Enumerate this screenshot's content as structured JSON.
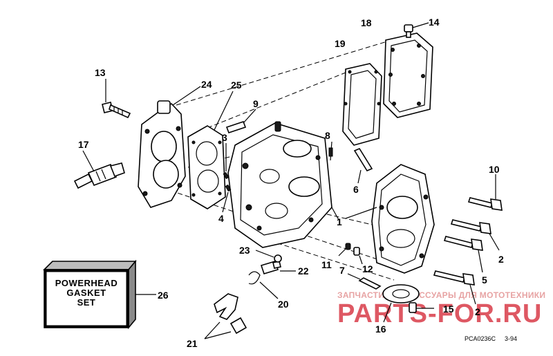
{
  "callouts": {
    "c1": "1",
    "c2a": "2",
    "c2b": "2",
    "c3": "3",
    "c4": "4",
    "c5": "5",
    "c6": "6",
    "c7": "7",
    "c8": "8",
    "c9": "9",
    "c10": "10",
    "c11": "11",
    "c12": "12",
    "c13": "13",
    "c14": "14",
    "c15": "15",
    "c16": "16",
    "c17": "17",
    "c18": "18",
    "c19": "19",
    "c20": "20",
    "c21": "21",
    "c22": "22",
    "c23": "23",
    "c24": "24",
    "c25": "25",
    "c26": "26"
  },
  "kit_box": {
    "line1": "POWERHEAD",
    "line2": "GASKET",
    "line3": "SET"
  },
  "footer_code": "PCA0236C",
  "footer_date": "3-94",
  "watermark": {
    "line1": "ЗАПЧАСТИ И АКСЕССУАРЫ ДЛЯ МОТОТЕХНИКИ",
    "line2": "PARTS-FOR.RU"
  }
}
